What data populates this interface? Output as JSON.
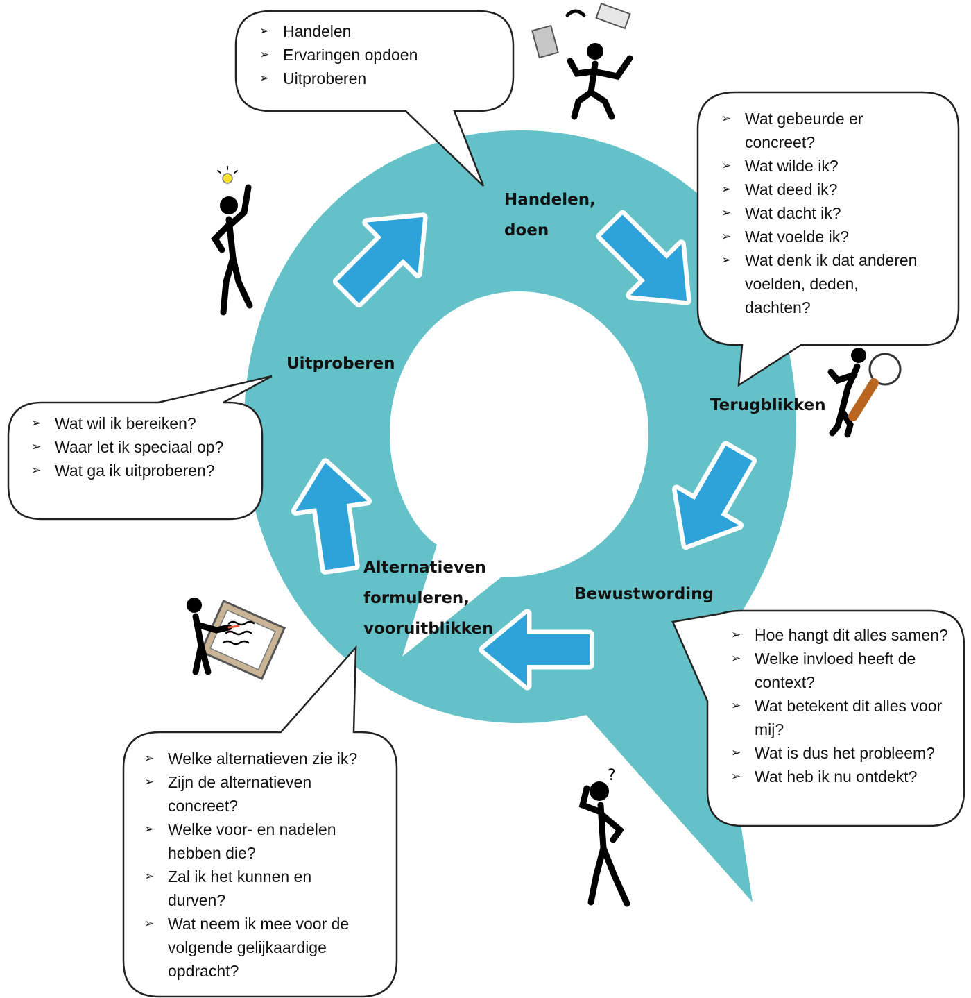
{
  "stages": {
    "handelen": [
      "Handelen,",
      "doen"
    ],
    "terugblikken": [
      "Terugblikken"
    ],
    "bewustwording": [
      "Bewustwording"
    ],
    "alternatieven": [
      "Alternatieven",
      "formuleren,",
      "vooruitblikken"
    ],
    "uitproberen": [
      "Uitproberen"
    ]
  },
  "bubbles": {
    "handelen": [
      "Handelen",
      "Ervaringen opdoen",
      "Uitproberen"
    ],
    "terugblikken": [
      "Wat gebeurde er concreet?",
      "Wat wilde ik?",
      "Wat deed ik?",
      "Wat dacht ik?",
      "Wat voelde ik?",
      "Wat denk ik dat anderen voelden, deden, dachten?"
    ],
    "uitproberen": [
      "Wat wil ik bereiken?",
      "Waar let ik speciaal op?",
      "Wat ga ik uitproberen?"
    ],
    "bewustwording": [
      "Hoe hangt dit alles samen?",
      "Welke invloed heeft de context?",
      "Wat betekent dit alles voor mij?",
      "Wat is dus het probleem?",
      "Wat heb ik nu ontdekt?"
    ],
    "alternatieven": [
      "Welke alternatieven zie ik?",
      "Zijn de alternatieven concreet?",
      "Welke voor- en nadelen hebben die?",
      "Zal ik het kunnen en durven?",
      "Wat neem ik mee voor de volgende gelijkaardige opdracht?"
    ]
  },
  "icons": [
    "juggling-figure-icon",
    "idea-figure-icon",
    "magnifier-figure-icon",
    "clipboard-figure-icon",
    "thinking-figure-icon"
  ],
  "colors": {
    "ring": "#63C1C7",
    "arrow": "#2EA3DA",
    "outline": "#222222"
  }
}
